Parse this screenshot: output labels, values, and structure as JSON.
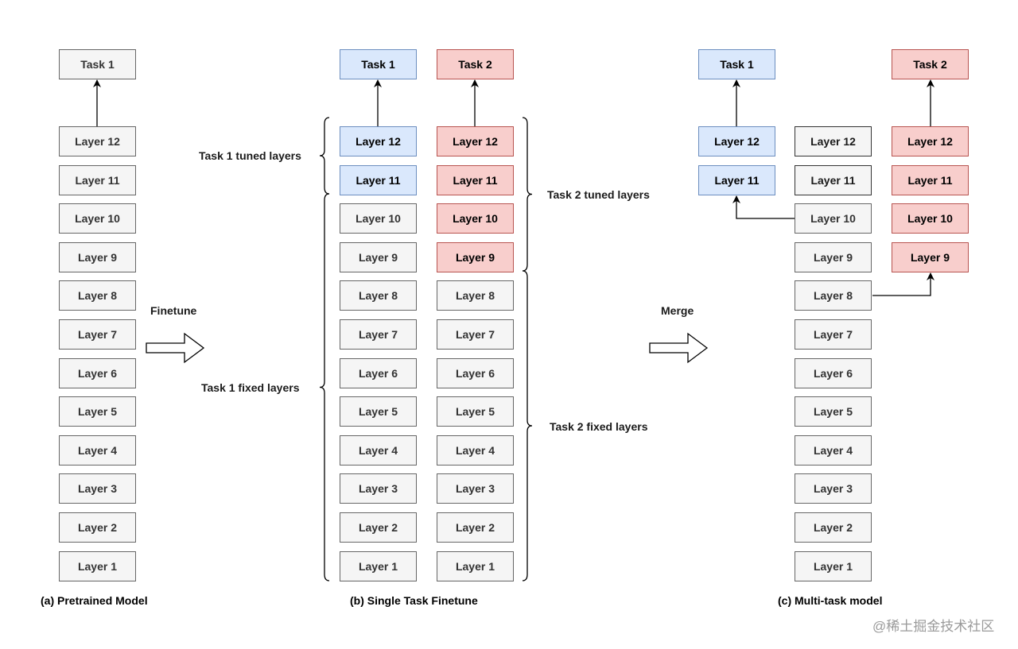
{
  "colors": {
    "plain_fill": "#f5f5f5",
    "plain_stroke": "#666666",
    "blue_fill": "#dae8fc",
    "blue_stroke": "#6c8ebf",
    "red_fill": "#f8cecc",
    "red_stroke": "#b85450"
  },
  "panel_a": {
    "task": "Task 1",
    "layers": [
      "Layer 12",
      "Layer 11",
      "Layer 10",
      "Layer 9",
      "Layer 8",
      "Layer 7",
      "Layer 6",
      "Layer 5",
      "Layer 4",
      "Layer 3",
      "Layer 2",
      "Layer 1"
    ],
    "caption": "(a) Pretrained Model"
  },
  "finetune_label": "Finetune",
  "panel_b": {
    "task1": "Task 1",
    "task2": "Task 2",
    "col1_layers": [
      "Layer 12",
      "Layer 11",
      "Layer 10",
      "Layer 9",
      "Layer 8",
      "Layer 7",
      "Layer 6",
      "Layer 5",
      "Layer 4",
      "Layer 3",
      "Layer 2",
      "Layer 1"
    ],
    "col2_layers": [
      "Layer 12",
      "Layer 11",
      "Layer 10",
      "Layer 9",
      "Layer 8",
      "Layer 7",
      "Layer 6",
      "Layer 5",
      "Layer 4",
      "Layer 3",
      "Layer 2",
      "Layer 1"
    ],
    "task1_tuned": "Task 1 tuned layers",
    "task1_fixed": "Task 1 fixed layers",
    "task2_tuned": "Task 2 tuned layers",
    "task2_fixed": "Task 2 fixed layers",
    "caption": "(b) Single Task Finetune"
  },
  "merge_label": "Merge",
  "panel_c": {
    "task1": "Task 1",
    "task2": "Task 2",
    "left_layers": [
      "Layer 12",
      "Layer 11"
    ],
    "mid_layers": [
      "Layer 12",
      "Layer 11",
      "Layer 10",
      "Layer 9",
      "Layer 8",
      "Layer 7",
      "Layer 6",
      "Layer 5",
      "Layer 4",
      "Layer 3",
      "Layer 2",
      "Layer 1"
    ],
    "right_layers": [
      "Layer 12",
      "Layer 11",
      "Layer 10",
      "Layer 9"
    ],
    "caption": "(c) Multi-task model"
  },
  "watermark": "@稀土掘金技术社区"
}
